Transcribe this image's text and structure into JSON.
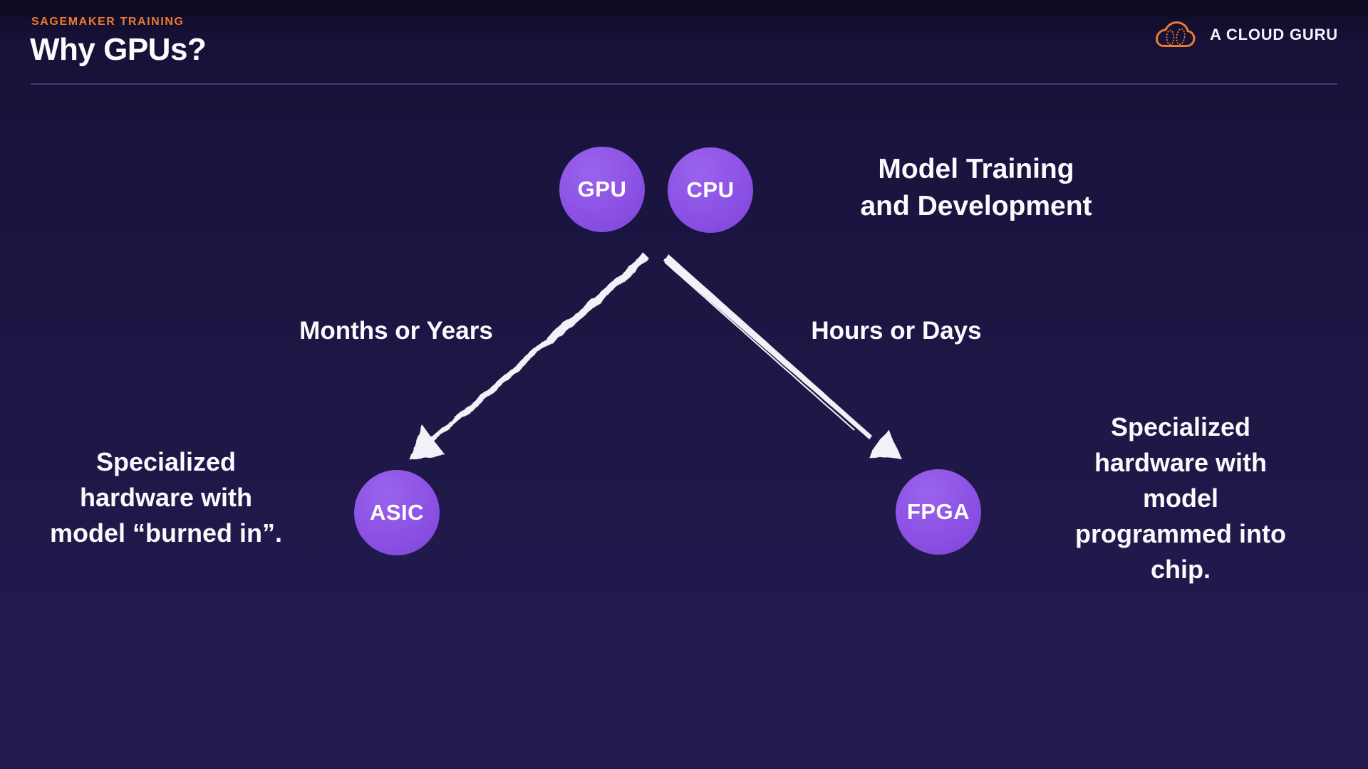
{
  "colors": {
    "accent_orange": "#ED7B2F",
    "node_purple": "#8A4FE3",
    "background_top": "#0D0A1F",
    "background_bottom": "#221B50",
    "text_white": "#F5F4FA",
    "arrow_white": "#F2F1F7"
  },
  "header": {
    "eyebrow": "SAGEMAKER TRAINING",
    "title": "Why GPUs?"
  },
  "brand": {
    "name": "A CLOUD GURU",
    "icon": "cloud-outline-icon"
  },
  "diagram": {
    "nodes": {
      "gpu": "GPU",
      "cpu": "CPU",
      "asic": "ASIC",
      "fpga": "FPGA"
    },
    "top_caption_lines": [
      "Model Training",
      "and Development"
    ],
    "left_duration": "Months or Years",
    "right_duration": "Hours or Days",
    "left_caption_lines": [
      "Specialized",
      "hardware with",
      "model “burned in”."
    ],
    "right_caption_lines": [
      "Specialized",
      "hardware with",
      "model",
      "programmed into",
      "chip."
    ]
  }
}
